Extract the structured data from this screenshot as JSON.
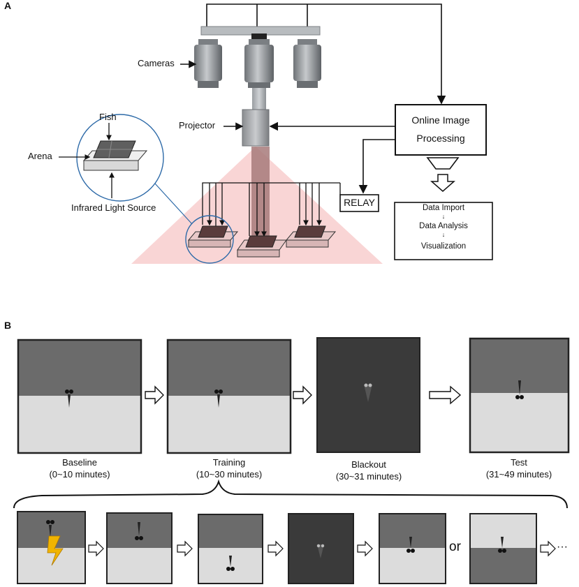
{
  "panel_a": {
    "letter": "A",
    "labels": {
      "cameras": "Cameras",
      "projector": "Projector",
      "fish": "Fish",
      "arena": "Arena",
      "infrared": "Infrared Light Source",
      "relay": "RELAY",
      "processing_line1": "Online Image",
      "processing_line2": "Processing"
    },
    "pipeline": {
      "step1": "Data Import",
      "step2": "Data Analysis",
      "step3": "Visualization",
      "arrow": "↓"
    }
  },
  "panel_b": {
    "letter": "B",
    "stages": [
      {
        "name": "Baseline",
        "time": "(0~10 minutes)"
      },
      {
        "name": "Training",
        "time": "(10~30 minutes)"
      },
      {
        "name": "Blackout",
        "time": "(30~31 minutes)"
      },
      {
        "name": "Test",
        "time": "(31~49 minutes)"
      }
    ],
    "or_label": "or",
    "ellipsis": "···"
  },
  "colors": {
    "dark_half": "#6b6b6b",
    "light_half": "#dcdcdc",
    "blackout": "#3a3a3a",
    "projection_beam": "#f7d2d2",
    "shock": "#f0b400"
  }
}
